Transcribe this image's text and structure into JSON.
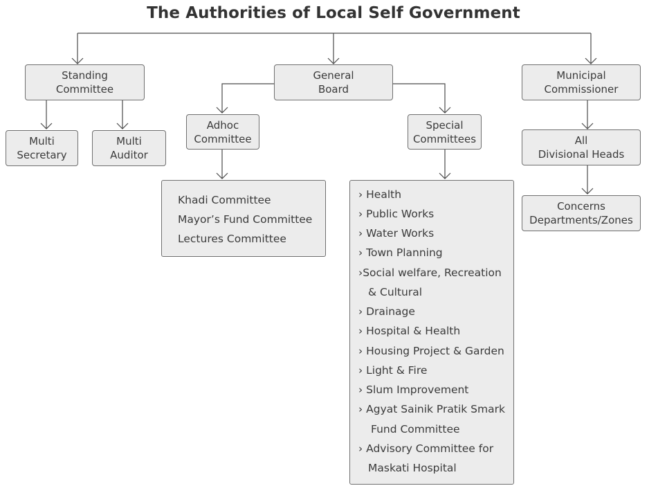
{
  "title": "The Authorities of Local Self Government",
  "nodes": {
    "standing_committee": [
      "Standing",
      "Committee"
    ],
    "general_board": [
      "General",
      "Board"
    ],
    "municipal_commissioner": [
      "Municipal",
      "Commissioner"
    ],
    "multi_secretary": [
      "Multi",
      "Secretary"
    ],
    "multi_auditor": [
      "Multi",
      "Auditor"
    ],
    "adhoc_committee": [
      "Adhoc",
      "Committee"
    ],
    "special_committees": [
      "Special",
      "Committees"
    ],
    "all_divisional_heads": [
      "All",
      "Divisional Heads"
    ],
    "concerns_departments": [
      "Concerns",
      "Departments/Zones"
    ]
  },
  "adhoc_list": [
    "Khadi Committee",
    "Mayor’s Fund Committee",
    "Lectures Committee"
  ],
  "special_list": [
    "› Health",
    "› Public Works",
    "› Water Works",
    "› Town Planning",
    "›Social welfare, Recreation",
    "& Cultural",
    "› Drainage",
    "› Hospital & Health",
    "› Housing Project & Garden",
    "› Light & Fire",
    "› Slum Improvement",
    "› Agyat Sainik Pratik Smark",
    "Fund Committee",
    "› Advisory Committee for",
    "Maskati Hospital"
  ]
}
